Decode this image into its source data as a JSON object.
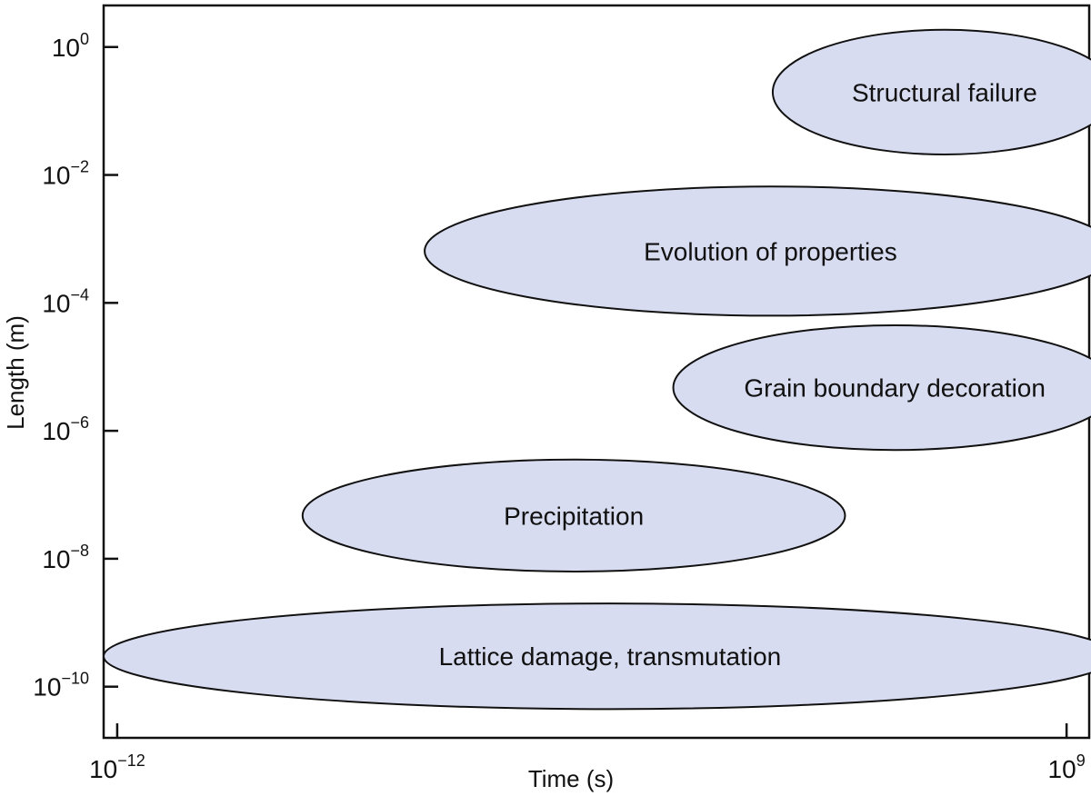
{
  "chart_data": {
    "type": "scatter",
    "xlabel": "Time (s)",
    "ylabel": "Length (m)",
    "x_scale": "log",
    "y_scale": "log",
    "xlim_log10": [
      -12.3,
      9.5
    ],
    "ylim_log10": [
      -10.8,
      0.65
    ],
    "grid": false,
    "legend": "none",
    "x_ticks": [
      {
        "exp": -12,
        "base": "10",
        "sup": "−12"
      },
      {
        "exp": 9,
        "base": "10",
        "sup": "9"
      }
    ],
    "y_ticks": [
      {
        "exp": 0,
        "base": "10",
        "sup": "0"
      },
      {
        "exp": -2,
        "base": "10",
        "sup": "−2"
      },
      {
        "exp": -4,
        "base": "10",
        "sup": "−4"
      },
      {
        "exp": -6,
        "base": "10",
        "sup": "−6"
      },
      {
        "exp": -8,
        "base": "10",
        "sup": "−8"
      },
      {
        "exp": -10,
        "base": "10",
        "sup": "−10"
      }
    ],
    "regions": [
      {
        "label": "Structural failure",
        "time_log10": [
          2.5,
          10.1
        ],
        "length_log10": [
          -1.68,
          0.27
        ]
      },
      {
        "label": "Evolution of properties",
        "time_log10": [
          -5.2,
          10.1
        ],
        "length_log10": [
          -4.2,
          -2.18
        ]
      },
      {
        "label": "Grain boundary decoration",
        "time_log10": [
          0.3,
          10.1
        ],
        "length_log10": [
          -6.3,
          -4.35
        ]
      },
      {
        "label": "Precipitation",
        "time_log10": [
          -7.9,
          4.1
        ],
        "length_log10": [
          -8.2,
          -6.45
        ]
      },
      {
        "label": "Lattice damage, transmutation",
        "time_log10": [
          -12.3,
          10.1
        ],
        "length_log10": [
          -10.35,
          -8.7
        ]
      }
    ],
    "colors": {
      "region_fill": "#d8dcf0",
      "region_stroke": "#111111",
      "axis": "#111111"
    }
  }
}
